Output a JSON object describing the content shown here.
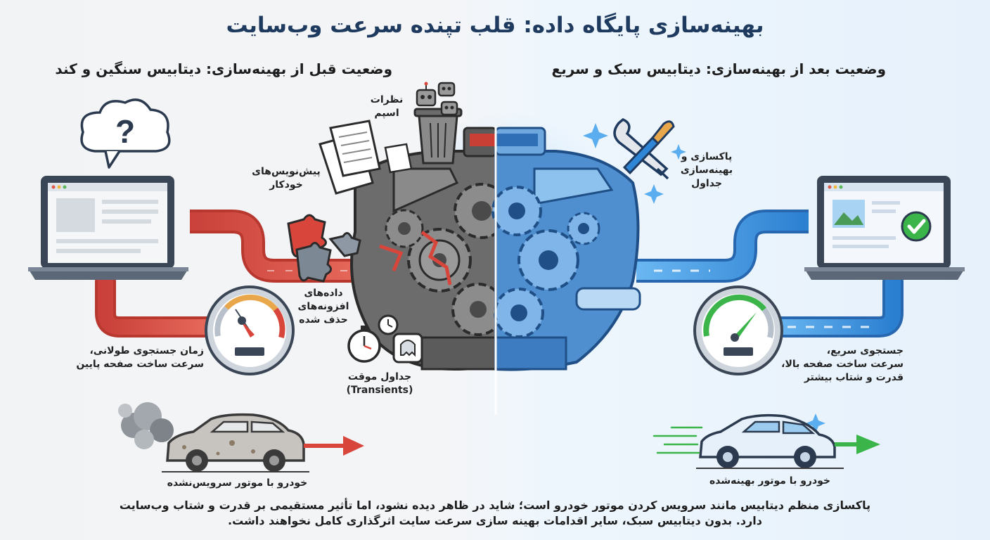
{
  "title": "بهینه‌سازی پایگاه داده: قلب تپنده سرعت وب‌سایت",
  "before_heading": "وضعیت قبل از بهینه‌سازی: دیتابیس سنگین و کند",
  "after_heading": "وضعیت بعد از بهینه‌سازی: دیتابیس سبک و سریع",
  "labels": {
    "spam_comments": "نظرات اسپم",
    "auto_drafts": "پیش‌نویس‌های\nخودکار",
    "extra_data": "داده‌های\nافزونه‌های\nحذف شده",
    "transients": "جداول موقت\n(Transients)",
    "slow_search": "زمان جستجوی طولانی،\nسرعت ساخت صفحه پایین",
    "clean_tables": "پاکسازی و\nبهینه‌سازی\nجداول",
    "fast_search": "جستجوی سریع،\nسرعت ساخت صفحه بالا،\nقدرت و شتاب بیشتر",
    "car_unserviced": "خودرو با موتور سرویس‌نشده",
    "car_optimized": "خودرو با موتور بهینه‌شده"
  },
  "footer": {
    "line1": "پاکسازی منظم دیتابیس مانند سرویس کردن موتور خودرو است؛ شاید در ظاهر دیده نشود، اما تأثیر مستقیمی بر قدرت و شتاب وب‌سایت",
    "line2": "دارد. بدون دیتابیس سبک، سایر اقدامات بهینه سازی سرعت سایت اثرگذاری کامل نخواهند داشت."
  },
  "icons": [
    "question-cloud-icon",
    "laptop-icon",
    "speedometer-icon",
    "gear-icon",
    "trash-icon",
    "robot-icon",
    "document-icon",
    "puzzle-icon",
    "stopwatch-icon",
    "ghost-icon",
    "wrench-icon",
    "brush-icon",
    "sparkle-icon",
    "checkmark-icon",
    "car-icon",
    "arrow-right-icon",
    "smoke-icon"
  ],
  "colors": {
    "slow": "#d8463b",
    "fast": "#2f86d6",
    "good": "#3bb54a",
    "title": "#1f3a5f"
  }
}
